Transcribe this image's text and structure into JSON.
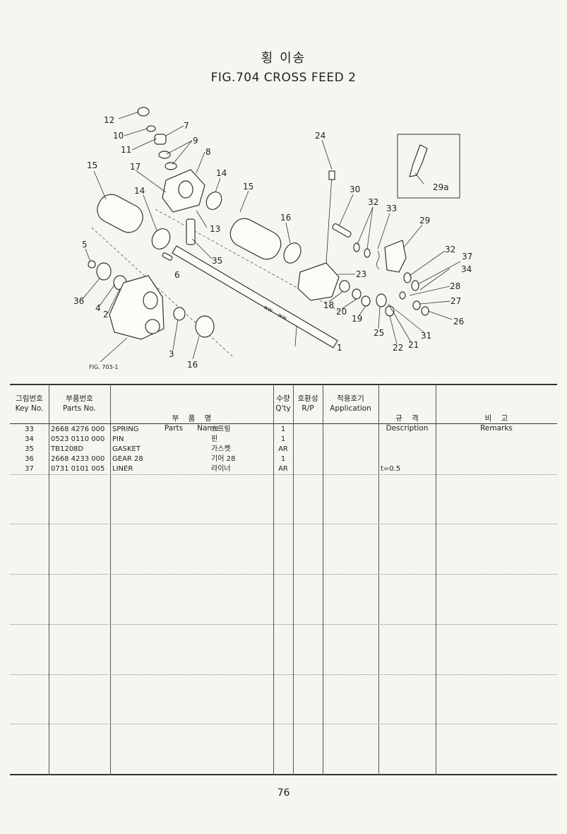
{
  "header": {
    "title_korean": "횡 이송",
    "title_english": "FIG.704  CROSS FEED 2"
  },
  "diagram": {
    "callouts": [
      "1",
      "2",
      "3",
      "4",
      "5",
      "6",
      "7",
      "8",
      "9",
      "10",
      "11",
      "12",
      "13",
      "14",
      "14",
      "15",
      "15",
      "16",
      "16",
      "17",
      "18",
      "19",
      "20",
      "21",
      "22",
      "23",
      "24",
      "25",
      "26",
      "27",
      "28",
      "29",
      "29a",
      "30",
      "31",
      "32",
      "32",
      "33",
      "34",
      "35",
      "36",
      "37"
    ],
    "ref_label": "FIG. 703-1",
    "shaft_marks": [
      "ww",
      "ww"
    ]
  },
  "table": {
    "columns": [
      {
        "ko": "그림번호",
        "en": "Key No."
      },
      {
        "ko": "부품번호",
        "en": "Parts No."
      },
      {
        "ko": "부    품    명",
        "en": "Parts      Name"
      },
      {
        "ko": "수량",
        "en": "Q'ty"
      },
      {
        "ko": "호환성",
        "en": "R/P"
      },
      {
        "ko": "적용호기",
        "en": "Application"
      },
      {
        "ko": "규    격",
        "en": "Description"
      },
      {
        "ko": "비    고",
        "en": "Remarks"
      }
    ],
    "rows": [
      {
        "key": "33",
        "part_no": "2668 4276 000",
        "name_en": "SPRING",
        "name_ko": "스프링",
        "qty": "1",
        "rp": "",
        "application": "",
        "description": "",
        "remarks": ""
      },
      {
        "key": "34",
        "part_no": "0523 0110 000",
        "name_en": "PIN",
        "name_ko": "핀",
        "qty": "1",
        "rp": "",
        "application": "",
        "description": "",
        "remarks": ""
      },
      {
        "key": "35",
        "part_no": "TB1208D",
        "name_en": "GASKET",
        "name_ko": "가스켓",
        "qty": "AR",
        "rp": "",
        "application": "",
        "description": "",
        "remarks": ""
      },
      {
        "key": "36",
        "part_no": "2668 4233 000",
        "name_en": "GEAR 28",
        "name_ko": "기어 28",
        "qty": "1",
        "rp": "",
        "application": "",
        "description": "",
        "remarks": ""
      },
      {
        "key": "37",
        "part_no": "0731 0101 005",
        "name_en": "LINER",
        "name_ko": "라이너",
        "qty": "AR",
        "rp": "",
        "application": "",
        "description": "t=0.5",
        "remarks": ""
      }
    ]
  },
  "footer": {
    "page_number": "76"
  }
}
